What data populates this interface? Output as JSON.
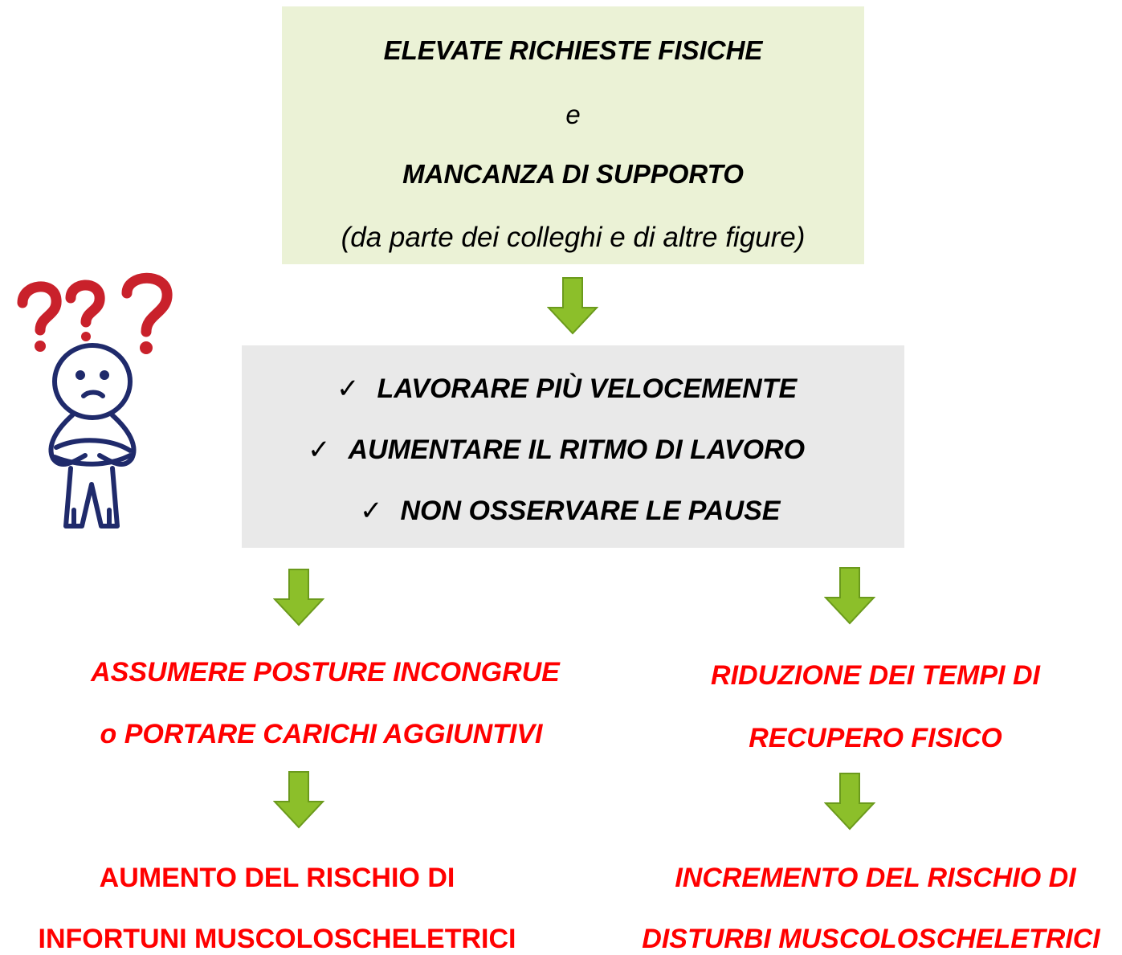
{
  "top_box": {
    "line1": "ELEVATE RICHIESTE FISICHE",
    "line2": "e",
    "line3": "MANCANZA DI SUPPORTO",
    "line4": "(da parte dei colleghi e di altre figure)"
  },
  "middle_box": {
    "items": [
      "LAVORARE PIÙ VELOCEMENTE",
      "AUMENTARE IL RITMO DI LAVORO",
      "NON OSSERVARE LE PAUSE"
    ],
    "check_glyph": "✓"
  },
  "left_branch": {
    "effect_line1": "ASSUMERE POSTURE INCONGRUE",
    "effect_line2": "o PORTARE CARICHI AGGIUNTIVI",
    "result_line1": "AUMENTO DEL RISCHIO DI",
    "result_line2": "INFORTUNI MUSCOLOSCHELETRICI"
  },
  "right_branch": {
    "effect_line1": "RIDUZIONE DEI TEMPI DI",
    "effect_line2": "RECUPERO FISICO",
    "result_line1": "INCREMENTO DEL  RISCHIO DI",
    "result_line2": "DISTURBI MUSCOLOSCHELETRICI"
  },
  "colors": {
    "top_box_bg": "#ebf2d6",
    "middle_box_bg": "#e9e9e9",
    "arrow_green": "#8cbf2a",
    "arrow_outline": "#6b9a1c",
    "red_text": "#ff0000",
    "question_marks": "#c9212b",
    "figure_outline": "#1f2a6b"
  },
  "icons": [
    "down-arrow-icon",
    "confused-person-icon"
  ]
}
